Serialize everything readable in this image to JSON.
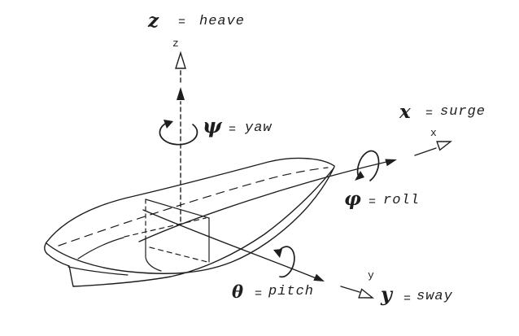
{
  "diagram": {
    "subject": "ship six degrees of freedom",
    "colors": {
      "ink": "#1e1e1e",
      "paper": "#ffffff"
    },
    "labels": {
      "heave": {
        "symbol": "z",
        "eq": "=",
        "name": "heave"
      },
      "yaw": {
        "symbol": "ψ",
        "eq": "=",
        "name": "yaw"
      },
      "surge": {
        "symbol": "x",
        "eq": "=",
        "name": "surge"
      },
      "roll": {
        "symbol": "φ",
        "eq": "=",
        "name": "roll"
      },
      "pitch": {
        "symbol": "θ",
        "eq": "=",
        "name": "pitch"
      },
      "sway": {
        "symbol": "y",
        "eq": "=",
        "name": "sway"
      }
    },
    "axis_letters": {
      "x": "x",
      "y": "y",
      "z": "z"
    }
  }
}
